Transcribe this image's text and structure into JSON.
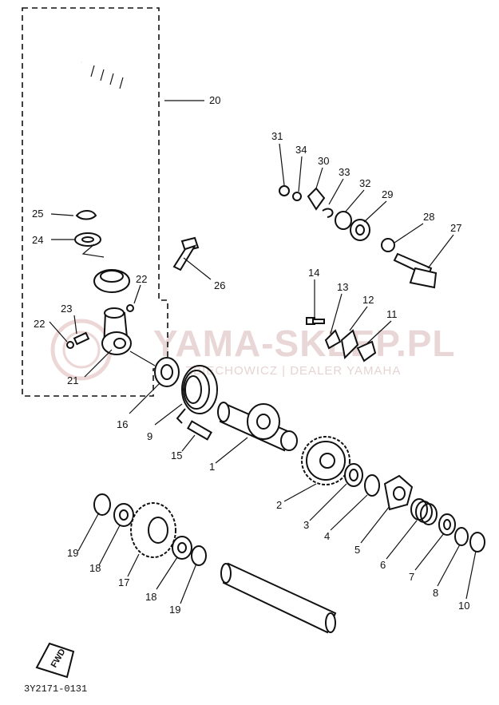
{
  "watermark": {
    "title": "YAMA-SKLEP.PL",
    "subtitle": "ZBIECHOWICZ | DEALER YAMAHA"
  },
  "diagram_code": "3Y2171-0131",
  "fwd_label": "FWD",
  "callouts": {
    "c1": "1",
    "c2": "2",
    "c3": "3",
    "c4": "4",
    "c5": "5",
    "c6": "6",
    "c7": "7",
    "c8": "8",
    "c9": "9",
    "c10": "10",
    "c11": "11",
    "c12": "12",
    "c13": "13",
    "c14": "14",
    "c15": "15",
    "c16": "16",
    "c17": "17",
    "c18a": "18",
    "c18b": "18",
    "c19a": "19",
    "c19b": "19",
    "c20": "20",
    "c21": "21",
    "c22a": "22",
    "c22b": "22",
    "c23": "23",
    "c24": "24",
    "c25": "25",
    "c26": "26",
    "c27": "27",
    "c28": "28",
    "c29": "29",
    "c30": "30",
    "c31": "31",
    "c32": "32",
    "c33": "33",
    "c34": "34"
  }
}
